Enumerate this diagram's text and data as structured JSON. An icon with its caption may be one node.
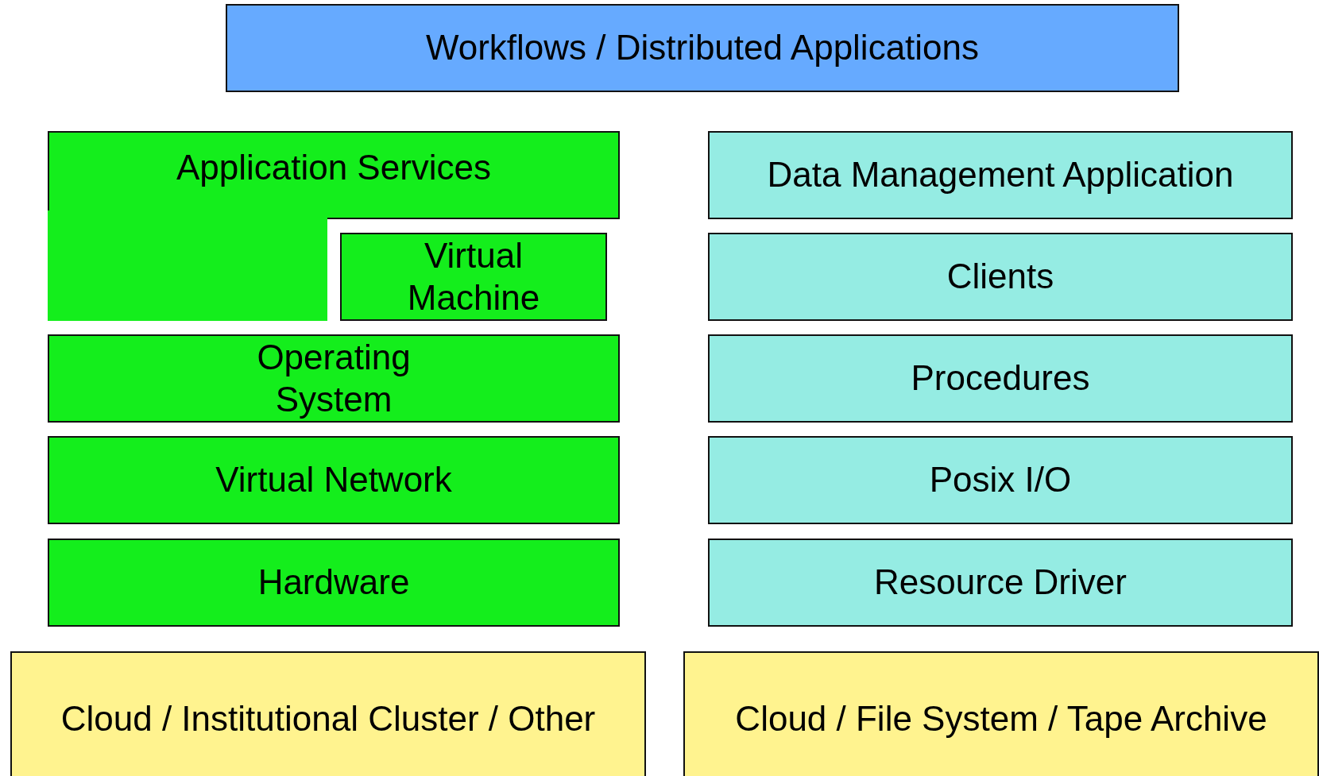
{
  "diagram": {
    "nodes": [
      {
        "text": [
          "Workflows / Distributed Applications"
        ]
      },
      {
        "text": [
          "Application Services"
        ]
      },
      {
        "text": [
          "Virtual Machine"
        ],
        "in": 1
      },
      {
        "text": [
          "Operating System"
        ]
      },
      {
        "text": [
          "Virtual Network"
        ]
      },
      {
        "text": [
          "Hardware"
        ]
      },
      {
        "text": [
          "Data Management Application"
        ]
      },
      {
        "text": [
          "Clients"
        ]
      },
      {
        "text": [
          "Procedures"
        ]
      },
      {
        "text": [
          "Posix I/O"
        ]
      },
      {
        "text": [
          "Resource Driver"
        ]
      },
      {
        "text": [
          "Cloud / Institutional Cluster / Other"
        ]
      },
      {
        "text": [
          "Cloud / File System / Tape Archive"
        ]
      }
    ]
  }
}
